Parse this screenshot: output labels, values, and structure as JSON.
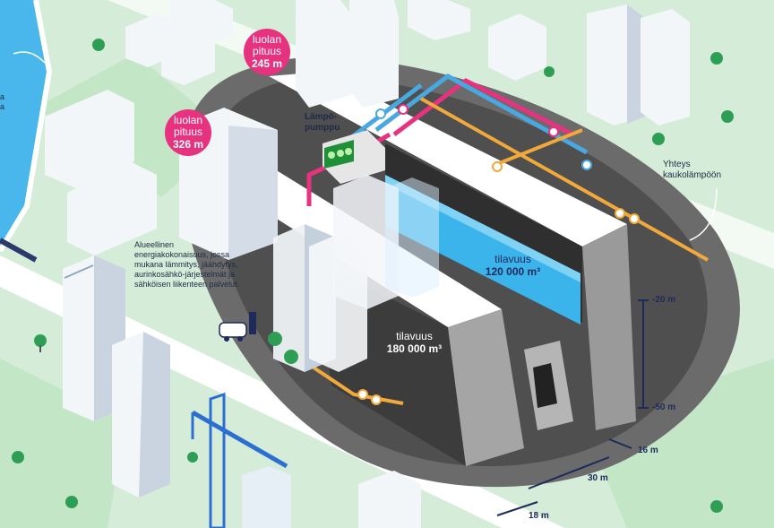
{
  "labels": {
    "cave_length_1": {
      "title": "luolan pituus",
      "value": "245 m"
    },
    "cave_length_2": {
      "title": "luolan pituus",
      "value": "326 m"
    },
    "heat_pump": "Lämpö-pumppu",
    "connection": "Yhteys kaukolämpöön",
    "energy_description": "Alueellinen energiakokonaisuus, jossa mukana lämmitys, jäähdytys, aurinkosähkö-järjestelmät ja sähköisen liikenteen palvelut.",
    "volume_1": {
      "title": "tilavuus",
      "value": "120 000 m³"
    },
    "volume_2": {
      "title": "tilavuus",
      "value": "180 000 m³"
    },
    "left_edge_text": "a\na"
  },
  "dimensions": {
    "depth_top": "-20 m",
    "depth_bottom": "-50 m",
    "width_16": "16 m",
    "width_30": "30 m",
    "width_18": "18 m"
  },
  "colors": {
    "ground": "#d5ecd8",
    "park": "#bfe3c2",
    "road": "#ffffff",
    "cave_dark": "#4a4a4a",
    "rock": "#8a8a8a",
    "water": "#3ab4ea",
    "pipe_pink": "#e7327f",
    "pipe_blue": "#4aa8e0",
    "pipe_orange": "#f2a93b",
    "navy": "#1e2a5a"
  }
}
